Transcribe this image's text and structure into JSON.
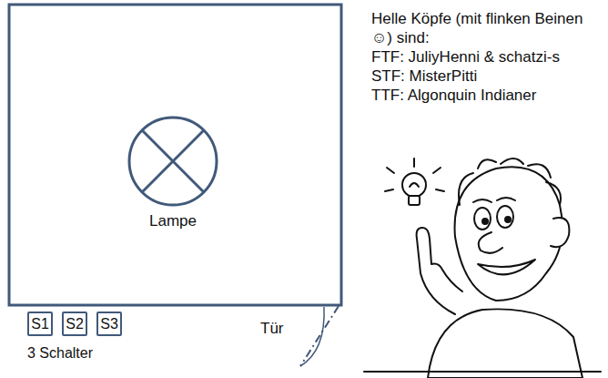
{
  "diagram": {
    "nodes": [
      {
        "text": [
          "Lampe"
        ]
      },
      {
        "text": [
          "S1"
        ]
      },
      {
        "text": [
          "S2"
        ]
      },
      {
        "text": [
          "S3"
        ]
      }
    ],
    "labels": [
      "3 Schalter",
      "Tür",
      "Helle Köpfe (mit flinken Beinen☺) sind:",
      "FTF: JuliyHenni & schatzi-s",
      "STF: MisterPitti",
      "TTF: Algonquin Indianer"
    ]
  }
}
